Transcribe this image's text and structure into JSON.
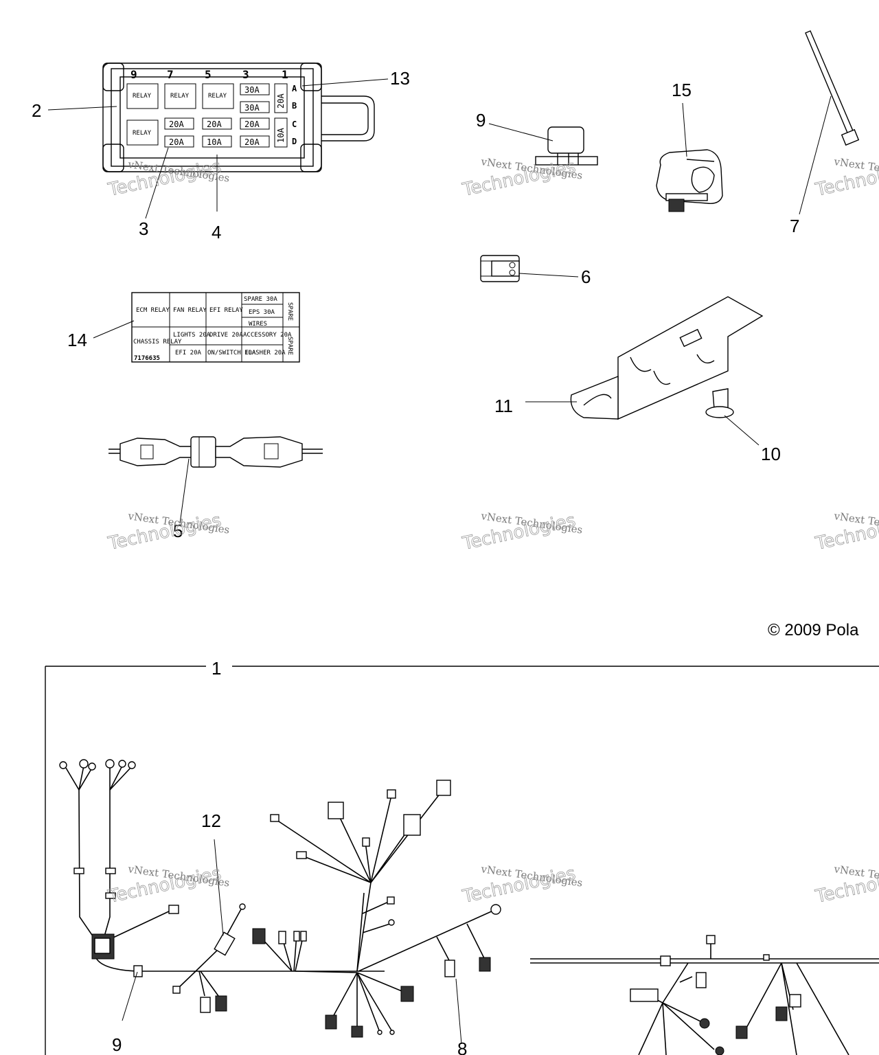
{
  "callouts": {
    "c13": "13",
    "c2": "2",
    "c3": "3",
    "c4": "4",
    "c14": "14",
    "c5": "5",
    "c9a": "9",
    "c15": "15",
    "c7": "7",
    "c6": "6",
    "c11": "11",
    "c10": "10",
    "c1": "1",
    "c12": "12",
    "c9b": "9",
    "c8": "8"
  },
  "copyright": "© 2009 Pola",
  "watermark": {
    "line1": "vNext Technologies",
    "line2": "Technologies"
  },
  "fuse_box": {
    "top_numbers": [
      "9",
      "7",
      "5",
      "3",
      "1"
    ],
    "relays": [
      "RELAY",
      "RELAY",
      "RELAY",
      "RELAY"
    ],
    "fuses": [
      "30A",
      "30A",
      "20A",
      "20A",
      "20A",
      "20A",
      "10A",
      "20A",
      "20A",
      "10A"
    ],
    "rows": [
      "A",
      "B",
      "C",
      "D"
    ]
  },
  "decal": {
    "r1": [
      "ECM RELAY",
      "FAN RELAY",
      "EFI RELAY",
      "SPARE 30A"
    ],
    "r1b": [
      "EPS 30A",
      "WIRES"
    ],
    "r2": [
      "CHASSIS RELAY",
      "LIGHTS 20A",
      "DRIVE 20A",
      "ACCESSORY 20A"
    ],
    "r3": [
      "EFI 20A",
      "ON/SWITCH 10A",
      "FLASHER 20A"
    ],
    "part_no": "7176635",
    "side": "SPARE"
  }
}
